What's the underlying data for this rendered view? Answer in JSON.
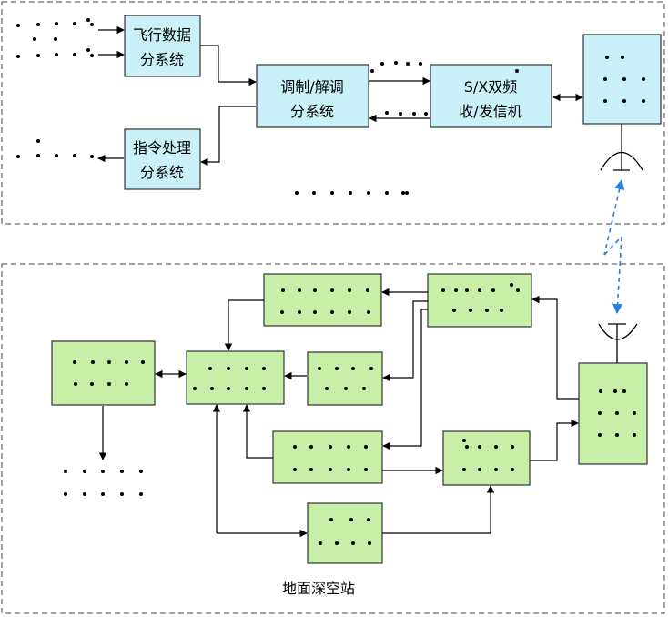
{
  "colors": {
    "onboard_fill": "#c9f1f7",
    "ground_fill": "#c7efa7",
    "box_stroke": "#333333",
    "link": "#2b7fe0"
  },
  "onboard": {
    "flight_data": [
      "飞行数据",
      "分系统"
    ],
    "modem": [
      "调制/解调",
      "分系统"
    ],
    "transceiver": [
      "S/X双频",
      "收/发信机"
    ],
    "command": [
      "指令处理",
      "分系统"
    ]
  },
  "ground": {
    "label": "地面深空站"
  }
}
